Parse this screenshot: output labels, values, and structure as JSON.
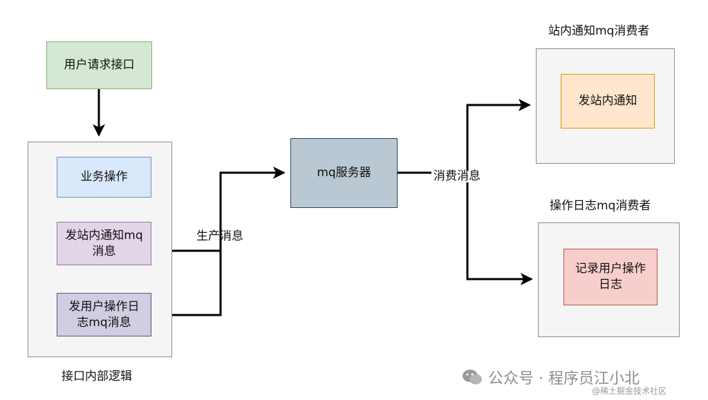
{
  "nodes": {
    "request": "用户请求接口",
    "biz": "业务操作",
    "station_msg": "发站内通知mq\n消息",
    "oplog_msg": "发用户操作日\n志mq消息",
    "mq_server": "mq服务器",
    "consumer1_action": "发站内通知",
    "consumer2_action": "记录用户操作\n日志"
  },
  "labels": {
    "produce": "生产消息",
    "consume": "消费消息",
    "consumer1_title": "站内通知mq消费者",
    "consumer2_title": "操作日志mq消费者",
    "inner_logic": "接口内部逻辑"
  },
  "watermark": {
    "main": "公众号 · 程序员江小北",
    "sub": "@稀土掘金技术社区"
  },
  "colors": {
    "green_fill": "#d5e8d4",
    "blue_fill": "#dae8fc",
    "purple_fill": "#e1d5e7",
    "dark_purple_fill": "#d0cee2",
    "slate_fill": "#bac8d3",
    "orange_fill": "#ffe6cc",
    "red_fill": "#f8cecc",
    "group_fill": "#f5f5f5"
  }
}
